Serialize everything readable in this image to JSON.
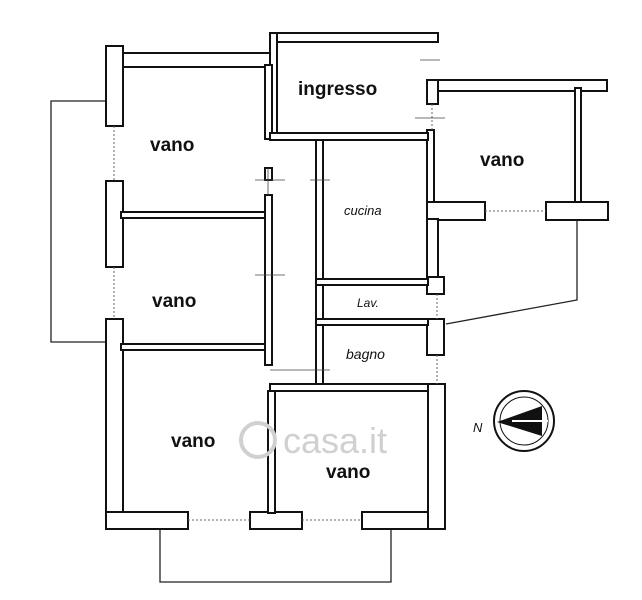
{
  "rooms": {
    "vano_top_left": "vano",
    "ingresso": "ingresso",
    "vano_right": "vano",
    "cucina": "cucina",
    "vano_mid_left": "vano",
    "lav": "Lav.",
    "bagno": "bagno",
    "vano_bottom_left": "vano",
    "vano_bottom_center": "vano"
  },
  "compass": {
    "north_label": "N",
    "icon": "north-arrow-icon"
  },
  "watermark": {
    "text": "casa.it"
  },
  "colors": {
    "wall": "#111111",
    "background": "#ffffff"
  }
}
